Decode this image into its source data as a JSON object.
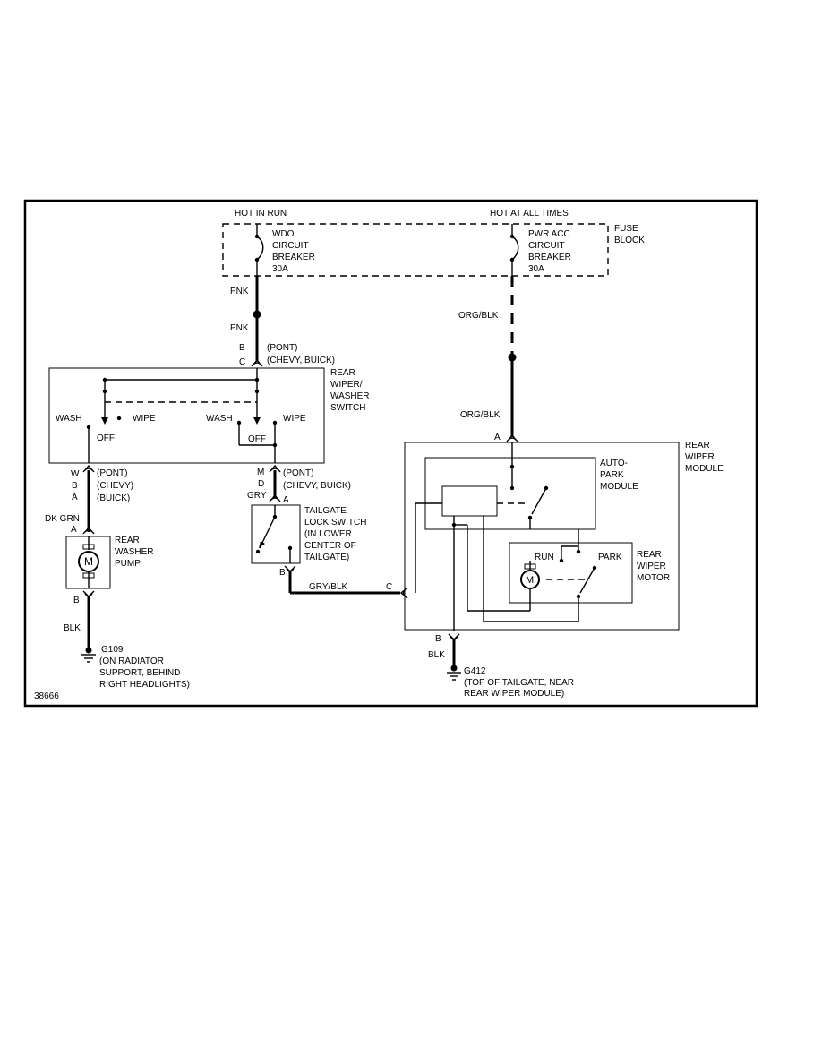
{
  "labels": {
    "hot_in_run": "HOT IN RUN",
    "hot_at_all_times": "HOT AT ALL TIMES",
    "fuse_block_1": "FUSE",
    "fuse_block_2": "BLOCK",
    "wdo_cb": [
      "WDO",
      "CIRCUIT",
      "BREAKER",
      "30A"
    ],
    "pwr_acc_cb": [
      "PWR ACC",
      "CIRCUIT",
      "BREAKER",
      "30A"
    ],
    "pnk": "PNK",
    "org_blk": "ORG/BLK",
    "conn_b": "B",
    "conn_c": "C",
    "pont": "(PONT)",
    "chevy_buick": "(CHEVY, BUICK)",
    "chevy": "(CHEVY)",
    "buick": "(BUICK)",
    "switch_name": [
      "REAR",
      "WIPER/",
      "WASHER",
      "SWITCH"
    ],
    "wash": "WASH",
    "wipe": "WIPE",
    "off": "OFF",
    "conn_a": "A",
    "conn_w": "W",
    "conn_m": "M",
    "conn_d": "D",
    "gry": "GRY",
    "dk_grn": "DK GRN",
    "pump_name": [
      "REAR",
      "WASHER",
      "PUMP"
    ],
    "motor_m": "M",
    "tailgate_switch": [
      "TAILGATE",
      "LOCK SWITCH",
      "(IN LOWER",
      "CENTER OF",
      "TAILGATE)"
    ],
    "gry_blk": "GRY/BLK",
    "blk": "BLK",
    "g109": [
      "G109",
      "(ON RADIATOR",
      "SUPPORT, BEHIND",
      "RIGHT HEADLIGHTS)"
    ],
    "g412": [
      "G412",
      "(TOP OF TAILGATE, NEAR",
      "REAR WIPER MODULE)"
    ],
    "rear_wiper_module": [
      "REAR",
      "WIPER",
      "MODULE"
    ],
    "auto_park_module": [
      "AUTO-",
      "PARK",
      "MODULE"
    ],
    "rear_wiper_motor": [
      "REAR",
      "WIPER",
      "MOTOR"
    ],
    "run": "RUN",
    "park": "PARK",
    "figure_id": "38666"
  }
}
